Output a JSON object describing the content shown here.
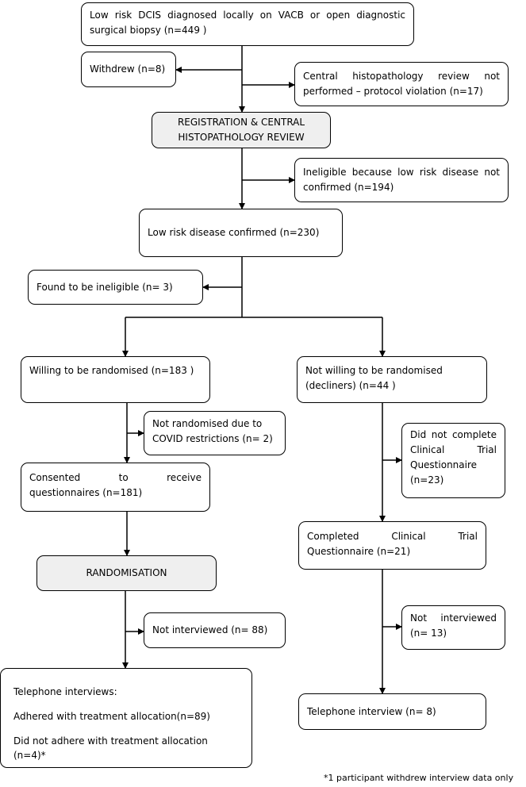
{
  "nodes": {
    "diagnosed": "Low risk DCIS diagnosed locally on VACB or open diagnostic surgical biopsy (n=449 )",
    "withdrew": "Withdrew (n=8)",
    "histo_not_performed": "Central histopathology review not performed – protocol violation (n=17)",
    "registration": "REGISTRATION & CENTRAL HISTOPATHOLOGY REVIEW",
    "ineligible_not_confirmed": "Ineligible because low risk disease not confirmed (n=194)",
    "confirmed": "Low risk disease confirmed (n=230)",
    "found_ineligible": "Found to be ineligible (n= 3)",
    "willing": "Willing to be randomised (n=183 )",
    "not_willing": "Not willing to be randomised (decliners) (n=44 )",
    "not_randomised_covid": "Not randomised due to COVID restrictions (n= 2)",
    "did_not_complete": "Did not complete Clinical Trial Questionnaire (n=23)",
    "consented": "Consented to receive questionnaires (n=181)",
    "completed_ctq": "Completed Clinical Trial Questionnaire (n=21)",
    "randomisation": "RANDOMISATION",
    "not_interviewed_left": "Not interviewed (n= 88)",
    "not_interviewed_right": "Not interviewed (n= 13)",
    "telephone_left": {
      "heading": "Telephone interviews:",
      "adhered": "Adhered with treatment allocation(n=89)",
      "not_adhered": "Did not adhere with treatment allocation (n=4)*"
    },
    "telephone_right": "Telephone interview (n= 8)"
  },
  "footnote": "*1 participant withdrew interview data only"
}
